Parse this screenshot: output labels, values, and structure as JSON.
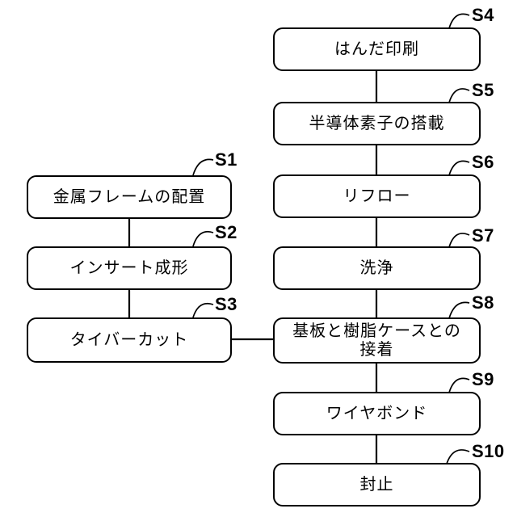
{
  "figure_type": "flowchart",
  "steps": [
    {
      "id": "S1",
      "lines": [
        "金属フレームの配置"
      ]
    },
    {
      "id": "S2",
      "lines": [
        "インサート成形"
      ]
    },
    {
      "id": "S3",
      "lines": [
        "タイバーカット"
      ]
    },
    {
      "id": "S4",
      "lines": [
        "はんだ印刷"
      ]
    },
    {
      "id": "S5",
      "lines": [
        "半導体素子の搭載"
      ]
    },
    {
      "id": "S6",
      "lines": [
        "リフロー"
      ]
    },
    {
      "id": "S7",
      "lines": [
        "洗浄"
      ]
    },
    {
      "id": "S8",
      "lines": [
        "基板と樹脂ケースとの",
        "接着"
      ]
    },
    {
      "id": "S9",
      "lines": [
        "ワイヤボンド"
      ]
    },
    {
      "id": "S10",
      "lines": [
        "封止"
      ]
    }
  ],
  "connections": [
    {
      "from": "S1",
      "to": "S2"
    },
    {
      "from": "S2",
      "to": "S3"
    },
    {
      "from": "S3",
      "to": "S8"
    },
    {
      "from": "S4",
      "to": "S5"
    },
    {
      "from": "S5",
      "to": "S6"
    },
    {
      "from": "S6",
      "to": "S7"
    },
    {
      "from": "S7",
      "to": "S8"
    },
    {
      "from": "S8",
      "to": "S9"
    },
    {
      "from": "S9",
      "to": "S10"
    }
  ],
  "colors": {
    "line": "#000000",
    "box_fill": "#ffffff",
    "text": "#000000",
    "background": "#ffffff"
  }
}
